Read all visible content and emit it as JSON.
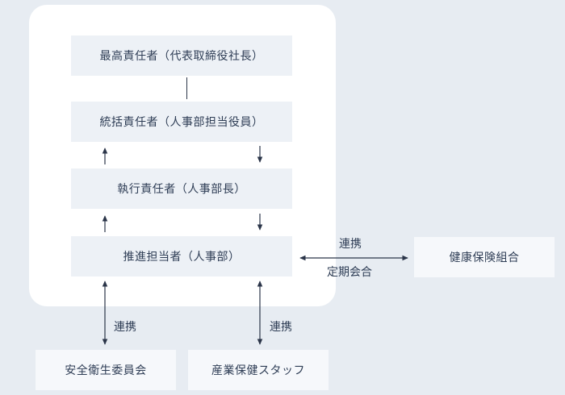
{
  "nodes": {
    "top": "最高責任者（代表取締役社長）",
    "general": "統括責任者（人事部担当役員）",
    "executive": "執行責任者（人事部長）",
    "promoter": "推進担当者（人事部）",
    "insurance": "健康保険組合",
    "safety": "安全衛生委員会",
    "staff": "産業保健スタッフ"
  },
  "edges": {
    "insurance_top": "連携",
    "insurance_bottom": "定期会合",
    "safety": "連携",
    "staff": "連携"
  }
}
